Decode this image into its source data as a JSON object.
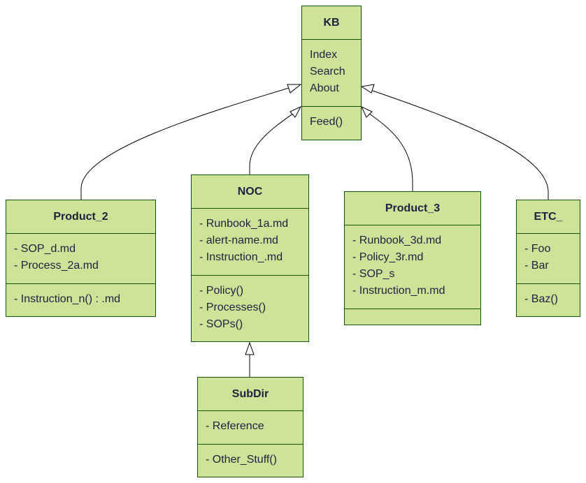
{
  "diagram": {
    "colors": {
      "fill": "#cde498",
      "stroke": "#13540c",
      "text": "#1f2040",
      "edge": "#000000"
    },
    "classes": {
      "kb": {
        "name": "KB",
        "attributes": [
          "Index",
          "Search",
          "About"
        ],
        "methods": [
          "Feed()"
        ]
      },
      "product_2": {
        "name": "Product_2",
        "attributes": [
          "- SOP_d.md",
          "- Process_2a.md"
        ],
        "methods": [
          "- Instruction_n() : .md"
        ]
      },
      "noc": {
        "name": "NOC",
        "attributes": [
          "- Runbook_1a.md",
          "- alert-name.md",
          "- Instruction_.md"
        ],
        "methods": [
          "- Policy()",
          "- Processes()",
          "- SOPs()"
        ]
      },
      "product_3": {
        "name": "Product_3",
        "attributes": [
          "- Runbook_3d.md",
          "- Policy_3r.md",
          "- SOP_s",
          "- Instruction_m.md"
        ],
        "methods": []
      },
      "etc": {
        "name": "ETC_",
        "attributes": [
          "- Foo",
          "- Bar"
        ],
        "methods": [
          "- Baz()"
        ]
      },
      "subdir": {
        "name": "SubDir",
        "attributes": [
          "- Reference"
        ],
        "methods": [
          "- Other_Stuff()"
        ]
      }
    },
    "relations": [
      {
        "from": "product_2",
        "to": "kb",
        "type": "inheritance"
      },
      {
        "from": "noc",
        "to": "kb",
        "type": "inheritance"
      },
      {
        "from": "product_3",
        "to": "kb",
        "type": "inheritance"
      },
      {
        "from": "etc",
        "to": "kb",
        "type": "inheritance"
      },
      {
        "from": "subdir",
        "to": "noc",
        "type": "inheritance"
      }
    ]
  }
}
